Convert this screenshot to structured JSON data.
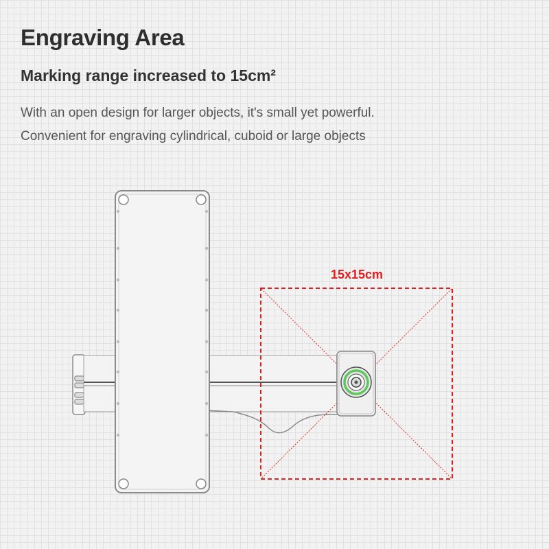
{
  "header": {
    "title": "Engraving Area",
    "subtitle": "Marking range increased to 15cm²",
    "description_lines": [
      "With an open design for larger objects, it's small yet powerful.",
      "Convenient for engraving cylindrical, cuboid or large objects"
    ]
  },
  "diagram": {
    "dimension_label": "15x15cm",
    "colors": {
      "dimension": "#e02020",
      "device_outline": "#8a8a8a",
      "device_fill": "#f4f4f4",
      "lens_ring": "#5cc85c"
    },
    "icons": [
      "engraver-device-icon",
      "laser-head-icon",
      "lens-icon"
    ]
  }
}
